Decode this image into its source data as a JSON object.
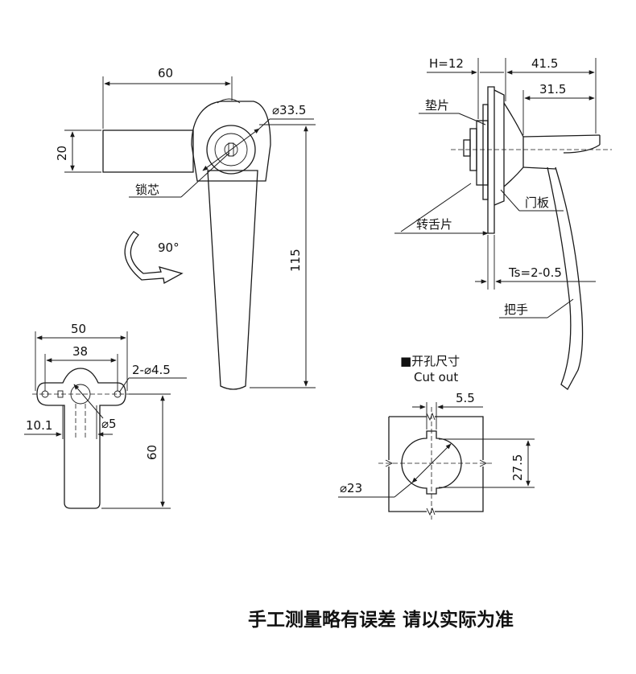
{
  "front_view": {
    "dim_width": "60",
    "dim_height": "20",
    "dim_diameter": "⌀33.5",
    "label_lock_core": "锁芯",
    "rotation": "90°",
    "dim_length": "115"
  },
  "side_view": {
    "dim_h": "H=12",
    "dim_total_depth": "41.5",
    "dim_handle_depth": "31.5",
    "label_washer": "垫片",
    "label_door_panel": "门板",
    "label_cam": "转舌片",
    "dim_panel_thickness": "Ts=2-0.5",
    "label_handle": "把手"
  },
  "back_view": {
    "dim_outer": "50",
    "dim_inner": "38",
    "dim_holes": "2-⌀4.5",
    "dim_offset": "10.1",
    "dim_small_hole": "⌀5",
    "dim_height": "60"
  },
  "cutout": {
    "title_cn": "■开孔尺寸",
    "title_en": "Cut out",
    "dim_key_width": "5.5",
    "dim_height": "27.5",
    "dim_diameter": "⌀23"
  },
  "footer": {
    "note": "手工测量略有误差 请以实际为准"
  }
}
